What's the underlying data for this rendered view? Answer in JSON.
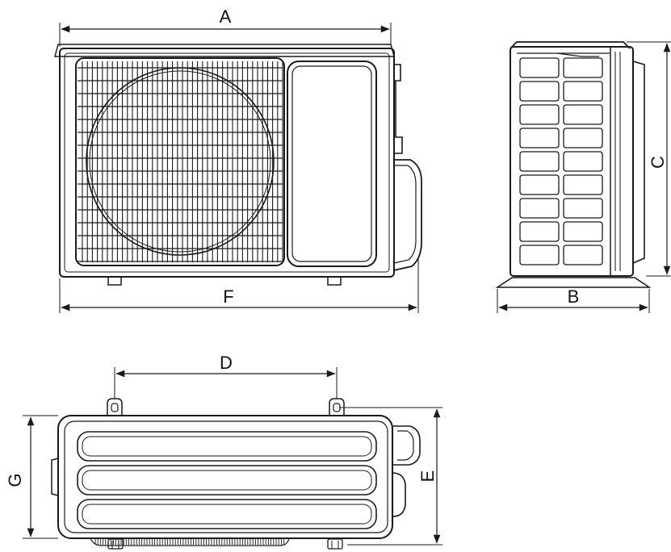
{
  "dimensions": {
    "A": "A",
    "B": "B",
    "C": "C",
    "D": "D",
    "E": "E",
    "F": "F",
    "G": "G"
  },
  "colors": {
    "line": "#1a1a1a",
    "background": "#ffffff"
  }
}
